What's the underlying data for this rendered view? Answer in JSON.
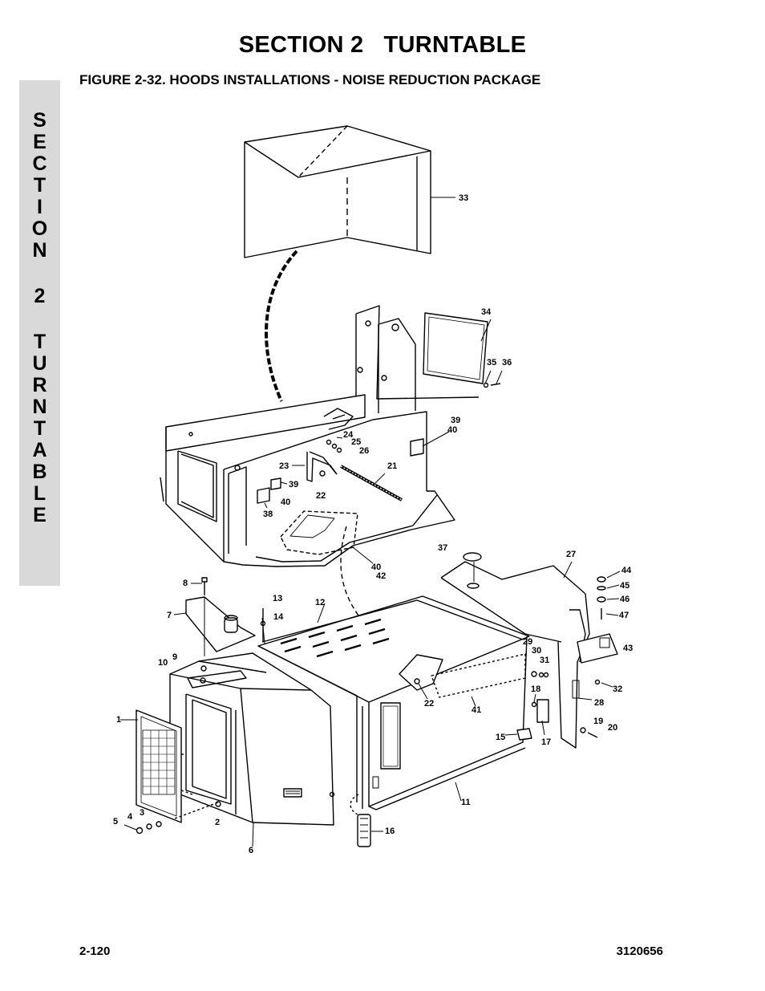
{
  "header": {
    "section_title": "SECTION 2   TURNTABLE",
    "figure_title": "FIGURE 2-32.  HOODS INSTALLATIONS - NOISE REDUCTION PACKAGE"
  },
  "side_tab": {
    "letters": [
      "S",
      "E",
      "C",
      "T",
      "I",
      "O",
      "N",
      "2",
      "T",
      "U",
      "R",
      "N",
      "T",
      "A",
      "B",
      "L",
      "E"
    ]
  },
  "callouts": {
    "c1": "1",
    "c2": "2",
    "c3": "3",
    "c4": "4",
    "c5": "5",
    "c6": "6",
    "c7": "7",
    "c8": "8",
    "c9": "9",
    "c10": "10",
    "c11": "11",
    "c12": "12",
    "c13": "13",
    "c14": "14",
    "c15": "15",
    "c16": "16",
    "c17": "17",
    "c18": "18",
    "c19": "19",
    "c20": "20",
    "c21": "21",
    "c22a": "22",
    "c22b": "22",
    "c23": "23",
    "c24": "24",
    "c25": "25",
    "c26": "26",
    "c27": "27",
    "c28": "28",
    "c29": "29",
    "c30": "30",
    "c31": "31",
    "c32": "32",
    "c33": "33",
    "c34": "34",
    "c35": "35",
    "c36": "36",
    "c37": "37",
    "c38": "38",
    "c39a": "39",
    "c39b": "39",
    "c40a": "40",
    "c40b": "40",
    "c40c": "40",
    "c41": "41",
    "c42": "42",
    "c43": "43",
    "c44": "44",
    "c45": "45",
    "c46": "46",
    "c47": "47"
  },
  "footer": {
    "page_number": "2-120",
    "doc_number": "3120656"
  }
}
